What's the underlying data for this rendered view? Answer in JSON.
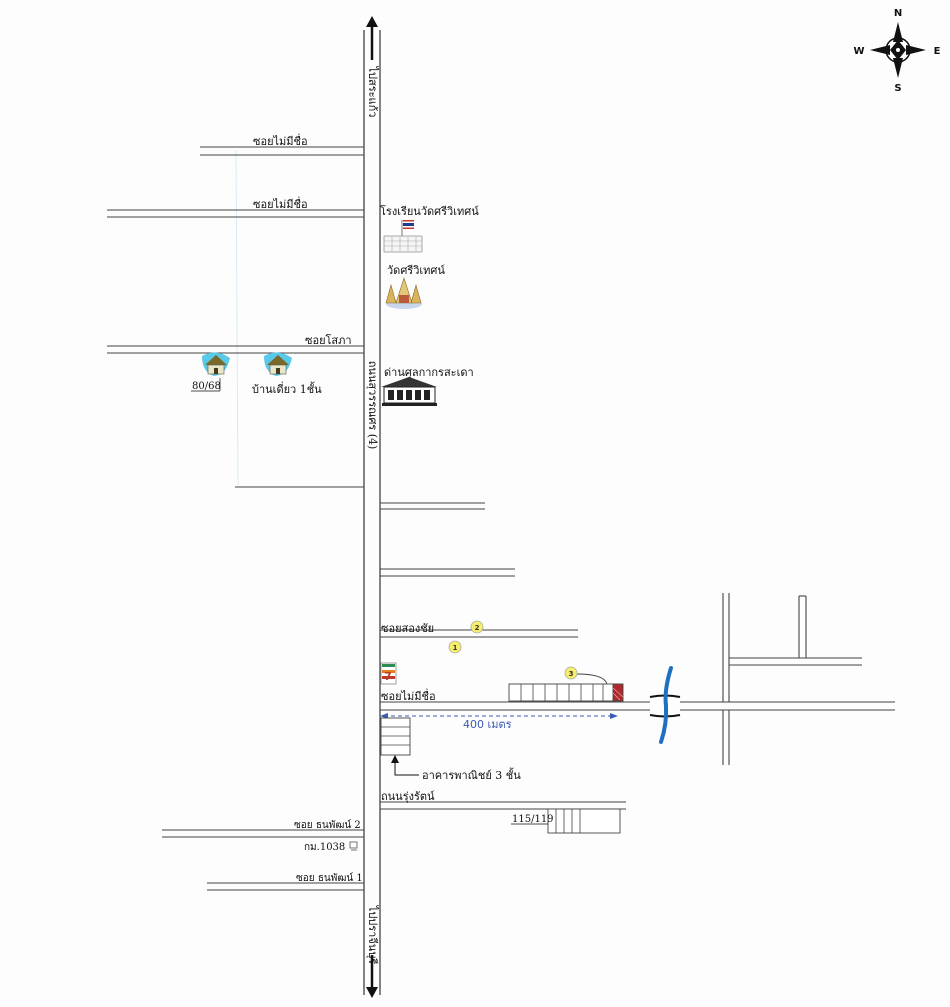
{
  "compass": {
    "north": "N",
    "south": "S",
    "east": "E",
    "west": "W"
  },
  "roads": {
    "main_north": "ไปสระแก้ว",
    "main_middle": "ถนนสุวรรณศร (4)",
    "main_south": "ไปปราจีนบุรี"
  },
  "sois": {
    "soi_1": "ซอยไม่มีชื่อ",
    "soi_2": "ซอยไม่มีชื่อ",
    "soi_sopha": "ซอยโสภา",
    "soi_songchai": "ซอยสองชัย",
    "soi_unnamed_right": "ซอยไม่มีชื่อ",
    "thanon_rungrat": "ถนนรุ่งรัตน์",
    "soi_thanaphat_2": "ซอย ธนพัฒน์ 2",
    "soi_thanaphat_1": "ซอย ธนพัฒน์ 1"
  },
  "places": {
    "school": "โรงเรียนวัดศรีวิเทศน์",
    "temple": "วัดศรีวิเทศน์",
    "customs": "ด่านศุลกากรสะเดา",
    "house_label": "บ้านเดี่ยว 1ชั้น",
    "house_number": "80/68",
    "commercial": "อาคารพาณิชย์ 3 ชั้น",
    "km_marker": "กม.1038",
    "building_number": "115/119",
    "store_logo": "7"
  },
  "distance": "400 เมตร",
  "markers": [
    "1",
    "2",
    "3"
  ],
  "colors": {
    "road": "#444444",
    "river": "#1e6fc2",
    "distance_arrow": "#3a5bb0",
    "marker_fill": "#f6ee6a",
    "target": "#b0272c"
  },
  "icons": [
    "compass-icon",
    "thai-flag-icon",
    "school-icon",
    "temple-icon",
    "house-icon",
    "customs-building-icon",
    "store-icon",
    "bridge-icon",
    "signpost-icon"
  ]
}
